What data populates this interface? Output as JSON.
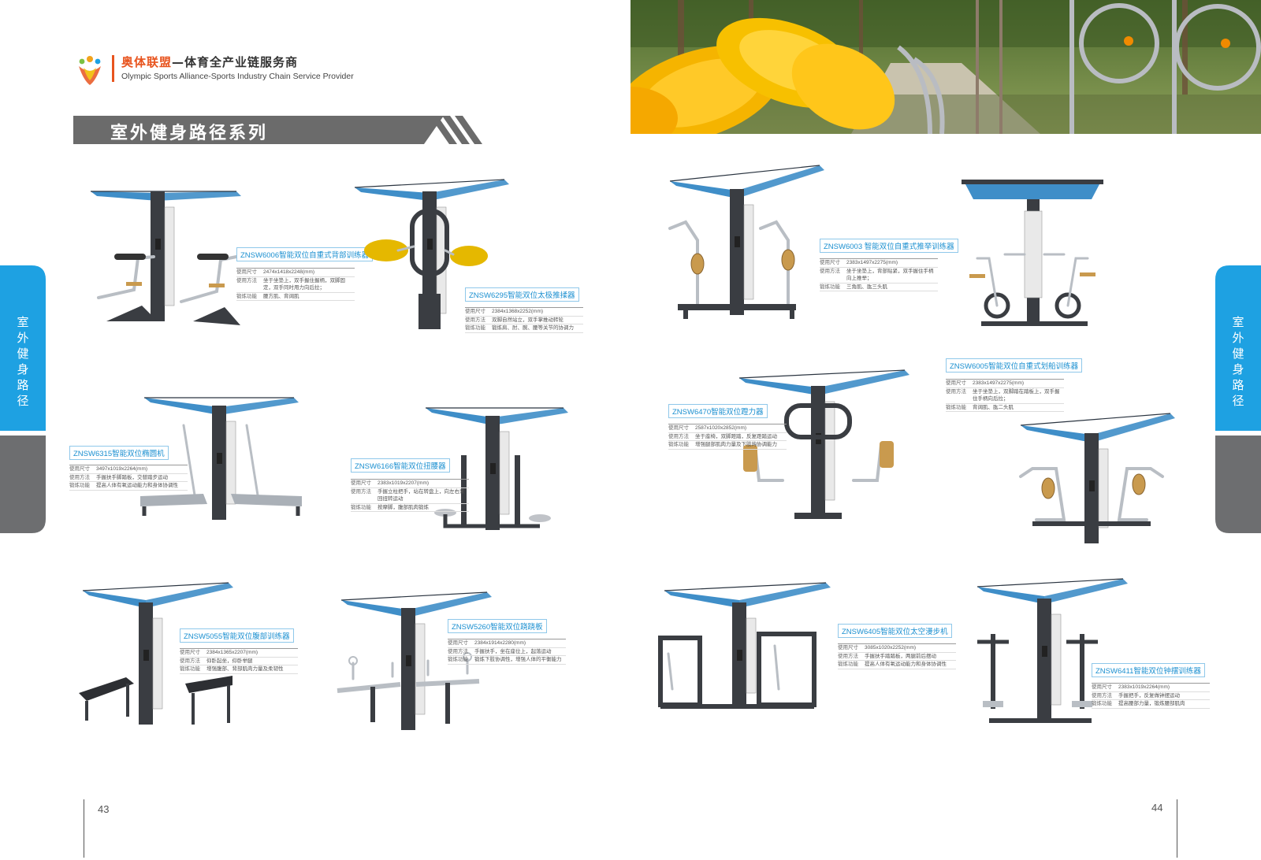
{
  "header": {
    "brand_highlight": "奥体联盟",
    "brand_rest": "—体育全产业链服务商",
    "brand_en": "Olympic Sports Alliance-Sports Industry Chain Service Provider"
  },
  "section_title": "室外健身路径系列",
  "side_tabs": {
    "left": [
      "室",
      "外",
      "健",
      "身",
      "路",
      "径"
    ],
    "right": [
      "室",
      "外",
      "健",
      "身",
      "路",
      "径"
    ]
  },
  "products": [
    {
      "title": "ZNSW6006智能双位自重式背部训练器",
      "size": "2474x1418x2248(mm)",
      "usage": "坐于坐垫上，双手握住握柄，双脚固定，双手同时用力向后拉；",
      "function": "腰方肌、背阔肌"
    },
    {
      "title": "ZNSW6295智能双位太极推揉器",
      "size": "2384x1368x2252(mm)",
      "usage": "双脚自然站立，双手掌推动转轮",
      "function": "锻炼肩、肘、腕、腰等关节的协调力"
    },
    {
      "title": "ZNSW6003 智能双位自重式推举训练器",
      "size": "2383x1497x2275(mm)",
      "usage": "坐于坐垫上，背部贴紧，双手握住手柄向上推举；",
      "function": "三角肌、肱三头肌"
    },
    {
      "title": "ZNSW6315智能双位椭圆机",
      "size": "3497x1019x2264(mm)",
      "usage": "手握扶手脚踏板，交替踏步运动",
      "function": "提高人体有氧运动能力和身体协调性"
    },
    {
      "title": "ZNSW6166智能双位扭腰器",
      "size": "2383x1019x2207(mm)",
      "usage": "手握立柱把手，站在转盘上，向左右来回扭转运动",
      "function": "按摩脚，腹部肌肉锻炼"
    },
    {
      "title": "ZNSW6470智能双位蹬力器",
      "size": "2587x1020x2852(mm)",
      "usage": "坐于座椅，双脚蹬踏，反复蹬踏运动",
      "function": "增强腿部肌肉力量及下肢的协调能力"
    },
    {
      "title": "ZNSW6005智能双位自重式划船训练器",
      "size": "2383x1497x2275(mm)",
      "usage": "坐于坐垫上，双脚踏在踏板上，双手握住手柄向后拉；",
      "function": "背阔肌、肱二头肌"
    },
    {
      "title": "ZNSW5055智能双位腹部训练器",
      "size": "2384x1365x2207(mm)",
      "usage": "仰卧起坐，仰卧举腿",
      "function": "增强腹部、背部肌肉力量及柔韧性"
    },
    {
      "title": "ZNSW5260智能双位跷跷板",
      "size": "2384x1914x2280(mm)",
      "usage": "手握扶手，坐在座位上，起落运动",
      "function": "锻炼下肢协调性，增强人体的平衡能力"
    },
    {
      "title": "ZNSW6405智能双位太空漫步机",
      "size": "3085x1020x2252(mm)",
      "usage": "手握扶手踏踏板，两腿前后摆动",
      "function": "提高人体有氧运动能力和身体协调性"
    },
    {
      "title": "ZNSW6411智能双位钟摆训练器",
      "size": "2383x1019x2264(mm)",
      "usage": "手握把手，反复做钟摆运动",
      "function": "提高腰部力量，锻炼腰部肌肉"
    }
  ],
  "spec_labels": {
    "size": "使用尺寸",
    "usage": "使用方法",
    "function": "锻炼功能"
  },
  "page_numbers": {
    "left": "43",
    "right": "44"
  },
  "colors": {
    "accent_blue": "#1ea1e2",
    "orange": "#e8541e",
    "dark_gray": "#6d6e70",
    "title_band": "#6b6b6b",
    "canopy": "#3f8ec8",
    "frame": "#3a3d42"
  }
}
